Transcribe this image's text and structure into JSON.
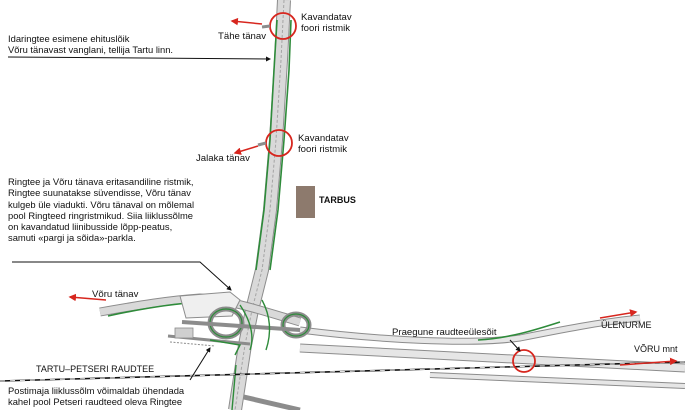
{
  "annotations": {
    "idaringtee": "Idaringtee esimene ehituslõik\nVõru tänavast vanglani, tellija Tartu linn.",
    "ristmik_note": "Ringtee ja Võru tänava eritasandiline ristmik,\nRingtee suunatakse süvendisse, Võru tänav\nkulgeb üle viadukti. Võru tänaval on mõlemal\npool Ringteed ringristmikud. Siia liiklussõlme\non kavandatud liinibusside lõpp-peatus,\nsamuti «pargi ja sõida»-parkla.",
    "postimaja": "Postimaja liiklussõlm võimaldab ühendada\nkahel pool Petseri raudteed oleva Ringtee"
  },
  "labels": {
    "tahe": "Tähe tänav",
    "jalaka": "Jalaka tänav",
    "kavandatav_1": "Kavandatav\nfoori ristmik",
    "kavandatav_2": "Kavandatav\nfoori ristmik",
    "tarbus": "TARBUS",
    "voru_tanav": "Võru tänav",
    "praegune": "Praegune raudteeülesõit",
    "ulenurme": "ÜLENURME",
    "raudtee": "TARTU–PETSERI RAUDTEE",
    "voru_mnt": "VÕRU mnt"
  },
  "colors": {
    "road": "#8c8c8c",
    "road_fill": "#d9d9d9",
    "green": "#2e8b3a",
    "red": "#d7261e",
    "building": "#8d7a6d",
    "rail": "#111111"
  },
  "icons": [
    "red-arrow-icon",
    "red-circle-marker-icon",
    "callout-arrow-icon"
  ]
}
